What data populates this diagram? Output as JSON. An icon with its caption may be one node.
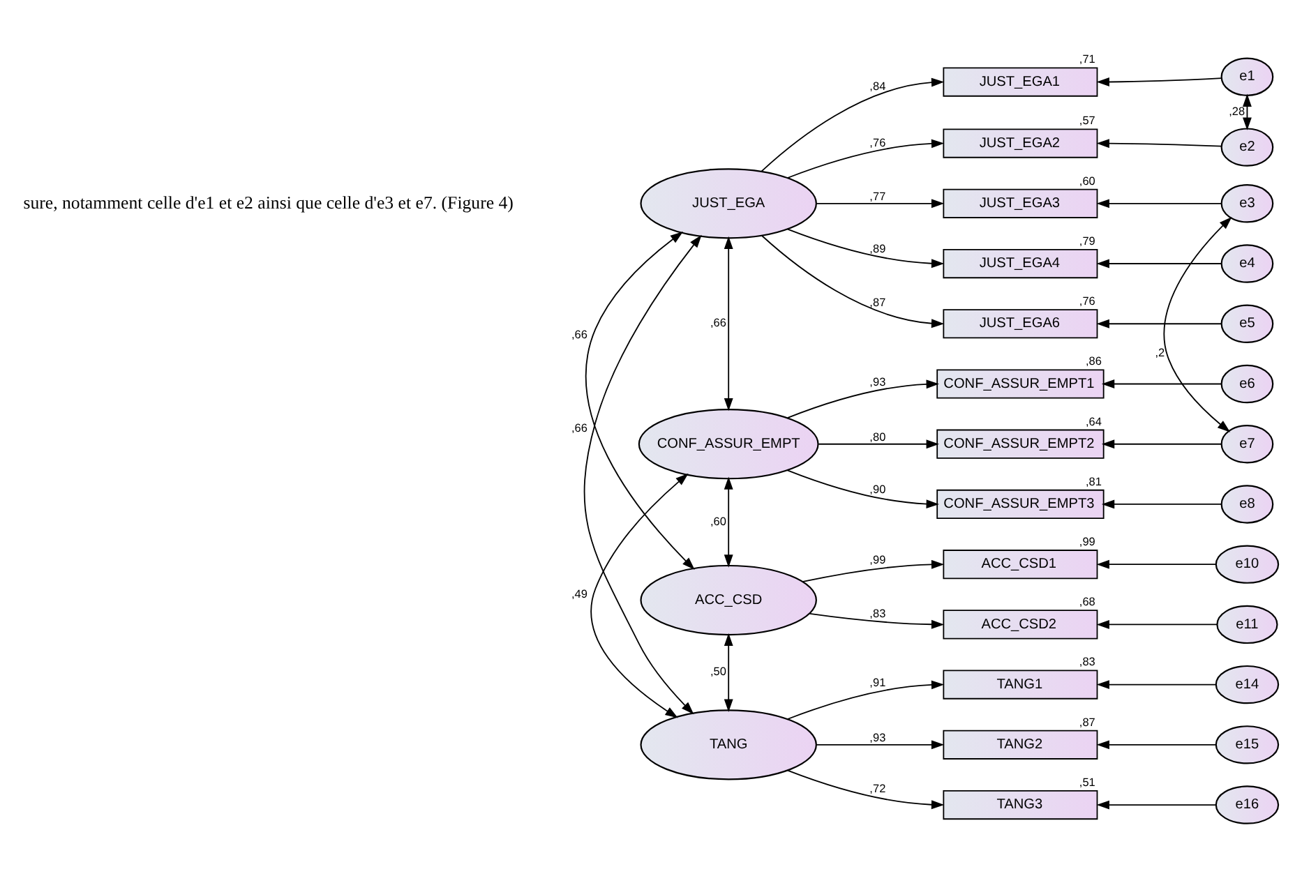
{
  "diagram": {
    "nodes": [
      {
        "text": [
          "JUST_EGA"
        ]
      },
      {
        "text": [
          "CONF_ASSUR_EMPT"
        ]
      },
      {
        "text": [
          "ACC_CSD"
        ]
      },
      {
        "text": [
          "TANG"
        ]
      },
      {
        "text": [
          "JUST_EGA1"
        ],
        "beside": [
          ",71"
        ]
      },
      {
        "text": [
          "JUST_EGA2"
        ],
        "beside": [
          ",57"
        ]
      },
      {
        "text": [
          "JUST_EGA3"
        ],
        "beside": [
          ",60"
        ]
      },
      {
        "text": [
          "JUST_EGA4"
        ],
        "beside": [
          ",79"
        ]
      },
      {
        "text": [
          "JUST_EGA6"
        ],
        "beside": [
          ",76"
        ]
      },
      {
        "text": [
          "CONF_ASSUR_EMPT1"
        ],
        "beside": [
          ",86"
        ]
      },
      {
        "text": [
          "CONF_ASSUR_EMPT2"
        ],
        "beside": [
          ",64"
        ]
      },
      {
        "text": [
          "CONF_ASSUR_EMPT3"
        ],
        "beside": [
          ",81"
        ]
      },
      {
        "text": [
          "ACC_CSD1"
        ],
        "beside": [
          ",99"
        ]
      },
      {
        "text": [
          "ACC_CSD2"
        ],
        "beside": [
          ",68"
        ]
      },
      {
        "text": [
          "TANG1"
        ],
        "beside": [
          ",83"
        ]
      },
      {
        "text": [
          "TANG2"
        ],
        "beside": [
          ",87"
        ]
      },
      {
        "text": [
          "TANG3"
        ],
        "beside": [
          ",51"
        ]
      },
      {
        "text": [
          "e1"
        ]
      },
      {
        "text": [
          "e2"
        ]
      },
      {
        "text": [
          "e3"
        ]
      },
      {
        "text": [
          "e4"
        ]
      },
      {
        "text": [
          "e5"
        ]
      },
      {
        "text": [
          "e6"
        ]
      },
      {
        "text": [
          "e7"
        ]
      },
      {
        "text": [
          "e8"
        ]
      },
      {
        "text": [
          "e10"
        ]
      },
      {
        "text": [
          "e11"
        ]
      },
      {
        "text": [
          "e14"
        ]
      },
      {
        "text": [
          "e15"
        ]
      },
      {
        "text": [
          "e16"
        ]
      }
    ],
    "edges": [
      {
        "from": 0,
        "to": 4,
        "arrow": "to",
        "label": ",84"
      },
      {
        "from": 0,
        "to": 5,
        "arrow": "to",
        "label": ",76"
      },
      {
        "from": 0,
        "to": 6,
        "arrow": "to",
        "label": ",77"
      },
      {
        "from": 0,
        "to": 7,
        "arrow": "to",
        "label": ",89"
      },
      {
        "from": 0,
        "to": 8,
        "arrow": "to",
        "label": ",87"
      },
      {
        "from": 1,
        "to": 9,
        "arrow": "to",
        "label": ",93"
      },
      {
        "from": 1,
        "to": 10,
        "arrow": "to",
        "label": ",80"
      },
      {
        "from": 1,
        "to": 11,
        "arrow": "to",
        "label": ",90"
      },
      {
        "from": 2,
        "to": 12,
        "arrow": "to",
        "label": ",99"
      },
      {
        "from": 2,
        "to": 13,
        "arrow": "to",
        "label": ",83"
      },
      {
        "from": 3,
        "to": 14,
        "arrow": "to",
        "label": ",91"
      },
      {
        "from": 3,
        "to": 15,
        "arrow": "to",
        "label": ",93"
      },
      {
        "from": 3,
        "to": 16,
        "arrow": "to",
        "label": ",72"
      },
      {
        "from": 17,
        "to": 4,
        "arrow": "to"
      },
      {
        "from": 18,
        "to": 5,
        "arrow": "to"
      },
      {
        "from": 19,
        "to": 6,
        "arrow": "to"
      },
      {
        "from": 20,
        "to": 7,
        "arrow": "to"
      },
      {
        "from": 21,
        "to": 8,
        "arrow": "to"
      },
      {
        "from": 22,
        "to": 9,
        "arrow": "to"
      },
      {
        "from": 23,
        "to": 10,
        "arrow": "to"
      },
      {
        "from": 24,
        "to": 11,
        "arrow": "to"
      },
      {
        "from": 25,
        "to": 12,
        "arrow": "to"
      },
      {
        "from": 26,
        "to": 13,
        "arrow": "to"
      },
      {
        "from": 27,
        "to": 14,
        "arrow": "to"
      },
      {
        "from": 28,
        "to": 15,
        "arrow": "to"
      },
      {
        "from": 29,
        "to": 16,
        "arrow": "to"
      },
      {
        "from": 17,
        "to": 18,
        "arrow": "both",
        "label": ",28"
      },
      {
        "from": 19,
        "to": 23,
        "arrow": "both",
        "label": ",2"
      },
      {
        "from": 0,
        "to": 1,
        "arrow": "both",
        "label": ",66"
      },
      {
        "from": 0,
        "to": 2,
        "arrow": "both",
        "label": ",66"
      },
      {
        "from": 0,
        "to": 3,
        "arrow": "both",
        "label": ",66"
      },
      {
        "from": 1,
        "to": 2,
        "arrow": "both",
        "label": ",60"
      },
      {
        "from": 1,
        "to": 3,
        "arrow": "both",
        "label": ",49"
      },
      {
        "from": 2,
        "to": 3,
        "arrow": "both",
        "label": ",50"
      }
    ],
    "labels": [
      "sure, notamment celle d'e1 et e2 ainsi que celle d'e3 et e7. (Figure 4)"
    ]
  }
}
